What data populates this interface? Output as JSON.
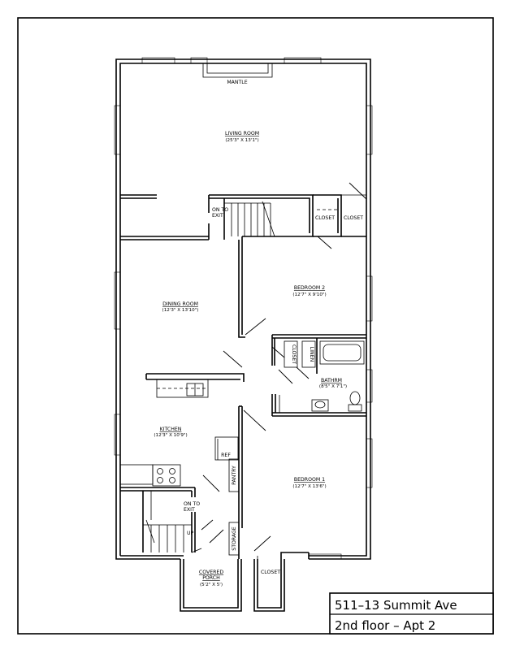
{
  "title_block": {
    "line1": "511–13 Summit Ave",
    "line2": "2nd floor – Apt 2"
  },
  "rooms": {
    "living": {
      "name": "LIVING ROOM",
      "dims": "(25'3\" X 13'1\")"
    },
    "dining": {
      "name": "DINING ROOM",
      "dims": "(12'3\" X 13'10\")"
    },
    "kitchen": {
      "name": "KITCHEN",
      "dims": "(12'3\" X 10'9\")"
    },
    "bedroom2": {
      "name": "BEDROOM 2",
      "dims": "(12'7\" X 9'10\")"
    },
    "bedroom1": {
      "name": "BEDROOM 1",
      "dims": "(12'7\" X 13'6\")"
    },
    "bathroom": {
      "name": "BATHRM",
      "dims": "(8'5\" X 7'1\")"
    },
    "porch": {
      "name_line1": "COVERED",
      "name_line2": "PORCH",
      "dims": "(5'2\" X 5')"
    }
  },
  "labels": {
    "mantle": "MANTLE",
    "closet": "CLOSET",
    "linen": "LINEN",
    "ref": "REF",
    "pantry": "PANTRY",
    "storage": "STORAGE",
    "on_to": "ON TO",
    "exit": "EXIT",
    "up": "UP"
  }
}
